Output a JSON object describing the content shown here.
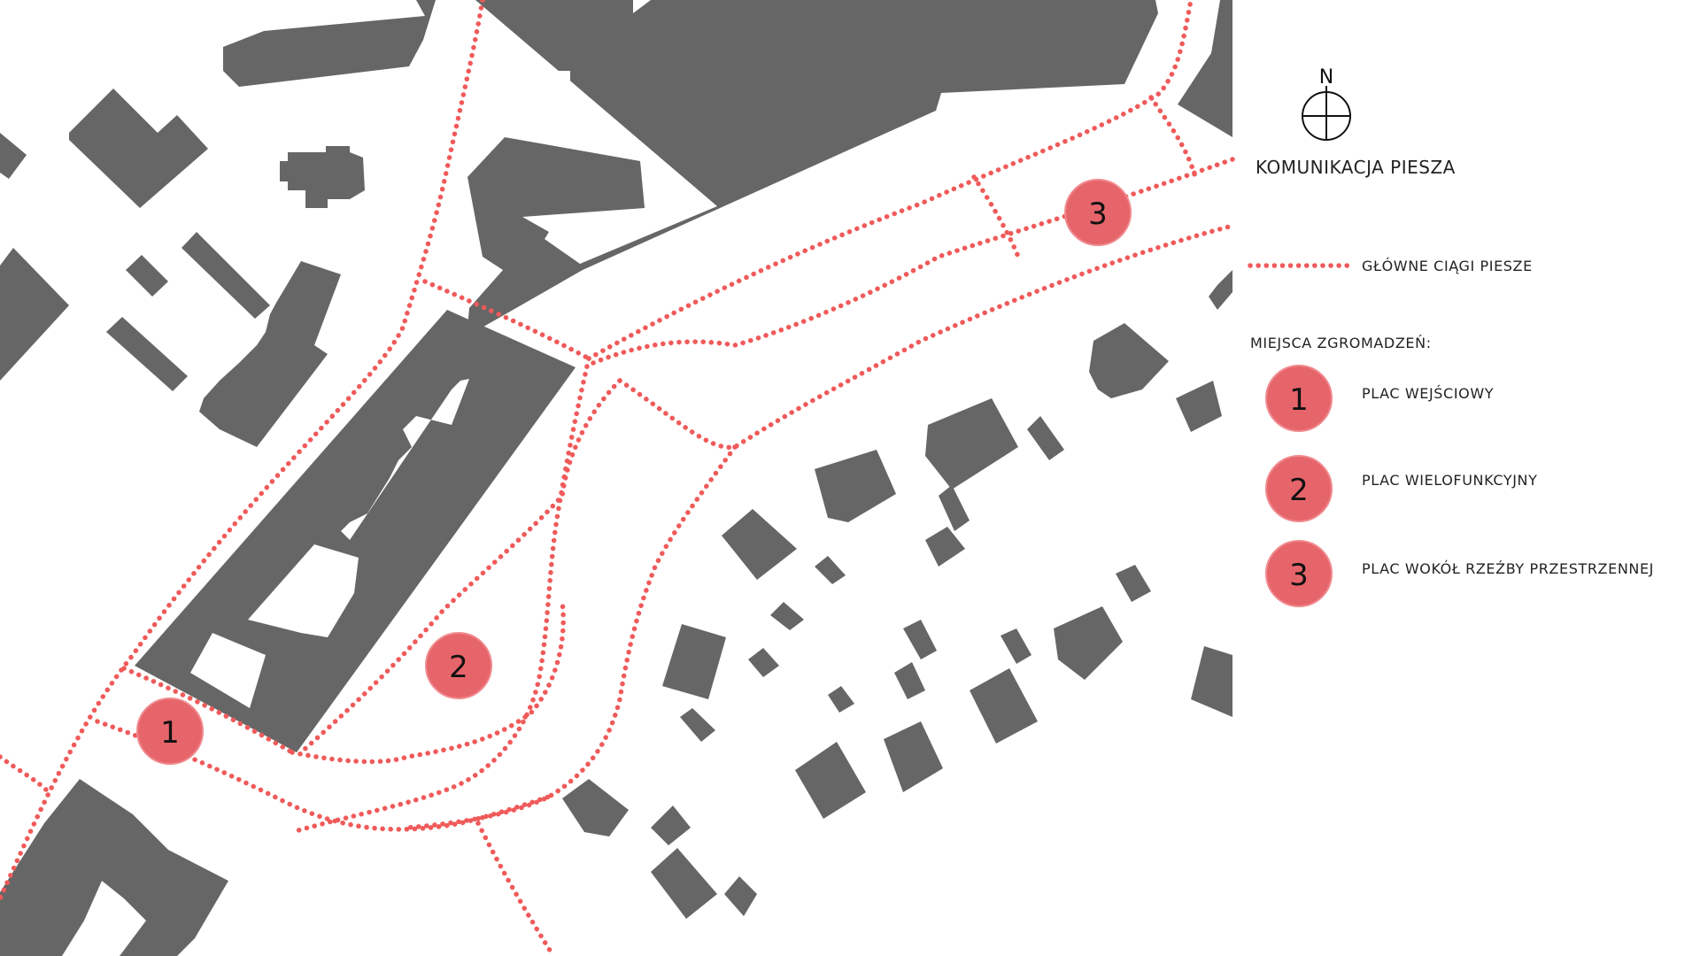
{
  "map": {
    "north": {
      "label": "N"
    },
    "legend": {
      "title": "KOMUNIKACJA PIESZA",
      "path_label": "GŁÓWNE CIĄGI PIESZE",
      "places_heading": "MIEJSCA ZGROMADZEŃ:",
      "items": [
        {
          "num": "1",
          "label": "PLAC WEJŚCIOWY"
        },
        {
          "num": "2",
          "label": "PLAC WIELOFUNKCYJNY"
        },
        {
          "num": "3",
          "label": "PLAC WOKÓŁ RZEŹBY PRZESTRZENNEJ"
        }
      ]
    },
    "markers": [
      {
        "num": "1"
      },
      {
        "num": "2"
      },
      {
        "num": "3"
      }
    ],
    "colors": {
      "building": "#666666",
      "path": "#f05a5a",
      "marker": "#e6656b",
      "background": "#ffffff"
    }
  }
}
